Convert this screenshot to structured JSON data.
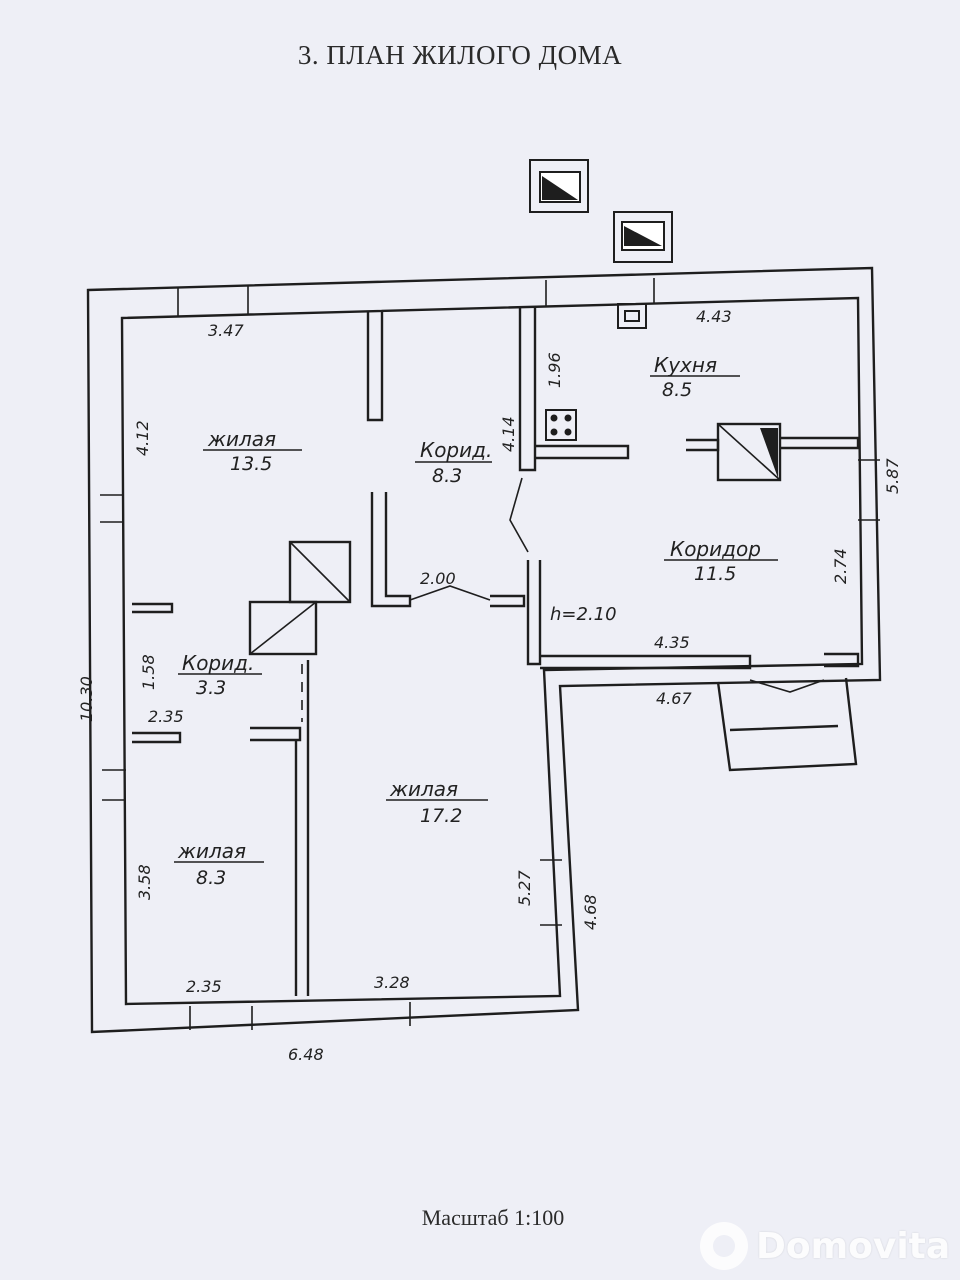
{
  "title": "3. ПЛАН ЖИЛОГО ДОМА",
  "scale": "Масштаб 1:100",
  "watermark": "Domovita",
  "rooms": [
    {
      "name": "жилая",
      "area": "13.5"
    },
    {
      "name": "Корид.",
      "area": "8.3"
    },
    {
      "name": "Кухня",
      "area": "8.5"
    },
    {
      "name": "Коридор",
      "area": "11.5"
    },
    {
      "name": "Корид.",
      "area": "3.3"
    },
    {
      "name": "жилая",
      "area": "17.2"
    },
    {
      "name": "жилая",
      "area": "8.3"
    }
  ],
  "ceiling_height": "h=2.10",
  "dimensions": {
    "d_347": "3.47",
    "d_443": "4.43",
    "d_196": "1.96",
    "d_412": "4.12",
    "d_414": "4.14",
    "d_587": "5.87",
    "d_274": "2.74",
    "d_200": "2.00",
    "d_435": "4.35",
    "d_467": "4.67",
    "d_158": "1.58",
    "d_1030": "10.30",
    "d_235a": "2.35",
    "d_358": "3.58",
    "d_527": "5.27",
    "d_468": "4.68",
    "d_235b": "2.35",
    "d_328": "3.28",
    "d_648": "6.48"
  },
  "colors": {
    "line": "#1e1e1e",
    "paper": "#eeeff6"
  }
}
